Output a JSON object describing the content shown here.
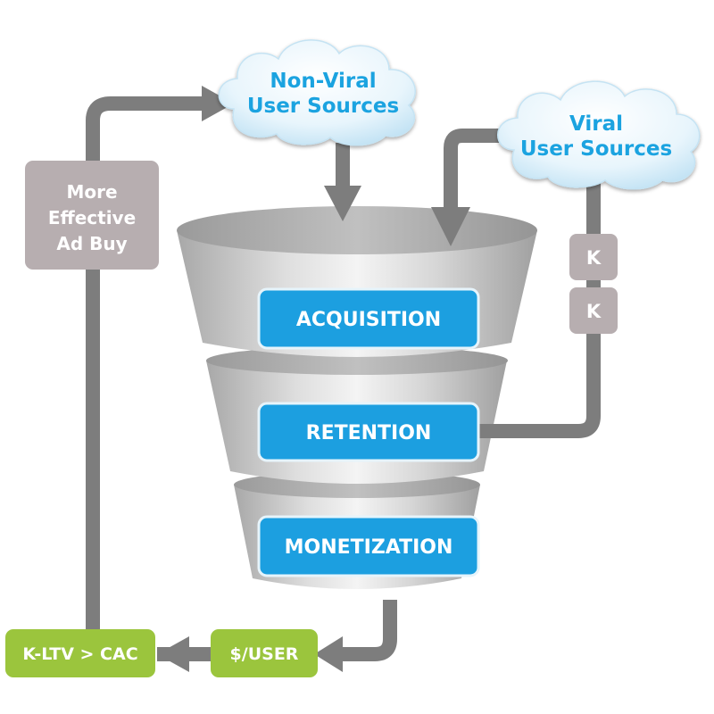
{
  "sources": {
    "non_viral_line1": "Non-Viral",
    "non_viral_line2": "User Sources",
    "viral_line1": "Viral",
    "viral_line2": "User Sources"
  },
  "funnel": {
    "stages": [
      "ACQUISITION",
      "RETENTION",
      "MONETIZATION"
    ]
  },
  "feedback": {
    "ad_buy_lines": [
      "More",
      "Effective",
      "Ad Buy"
    ],
    "k_badges": [
      "K",
      "K"
    ],
    "per_user": "$/USER",
    "ratio": "K-LTV > CAC"
  },
  "colors": {
    "blue_box": "#1c9fe0",
    "cloud_text": "#1ba3e0",
    "connector_grey": "#7d7d7d",
    "label_grey": "#b7aeb0",
    "green": "#9bc53d"
  }
}
